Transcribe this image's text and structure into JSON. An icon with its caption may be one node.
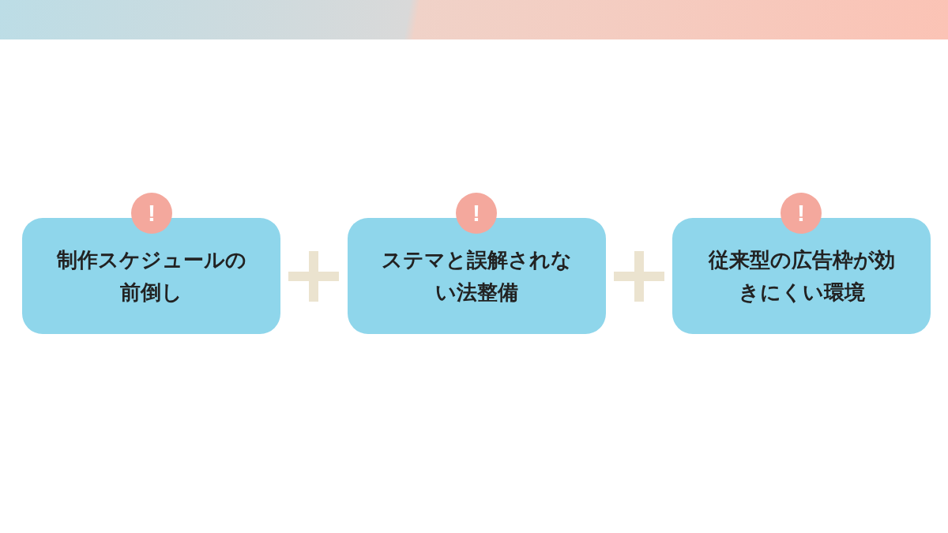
{
  "diagram": {
    "nodes": [
      {
        "text": [
          "!"
        ]
      },
      {
        "text": [
          "制作スケジュールの前倒し"
        ]
      },
      {
        "text": [
          "!"
        ]
      },
      {
        "text": [
          "ステマと誤解されない法整備"
        ]
      },
      {
        "text": [
          "!"
        ]
      },
      {
        "text": [
          "従来型の広告枠が効きにくい環境"
        ]
      }
    ]
  }
}
